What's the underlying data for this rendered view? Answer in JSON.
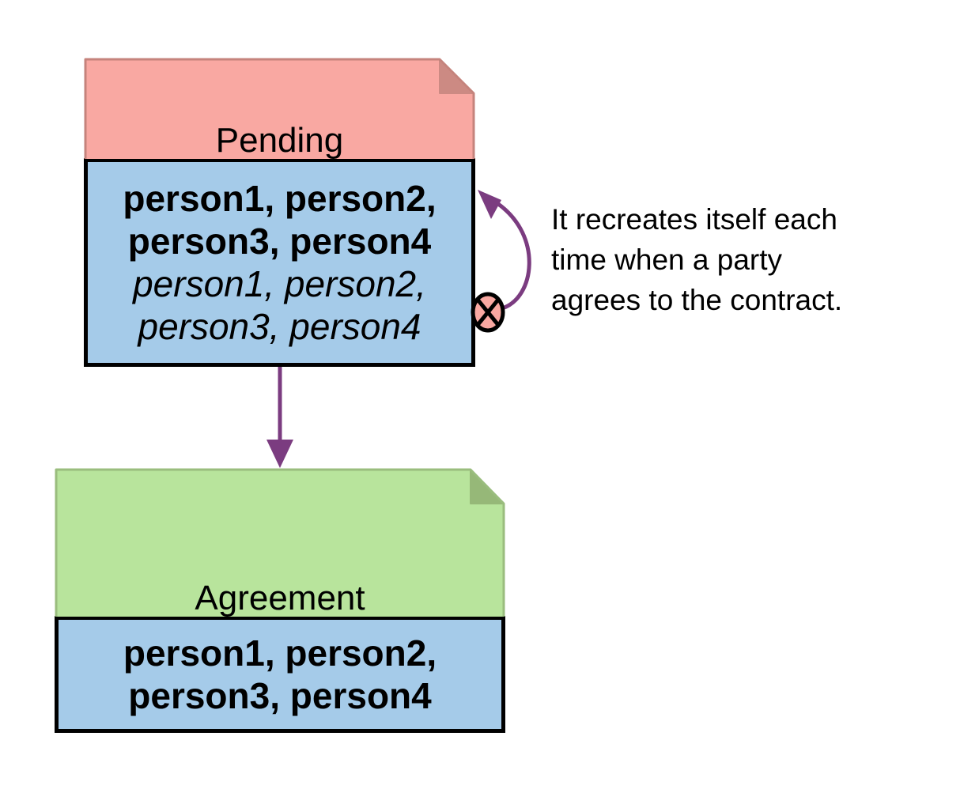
{
  "pending": {
    "title": "Pending",
    "signatories": [
      "person1, person2,",
      "person3, person4"
    ],
    "pending_parties": [
      "person1, person2,",
      "person3, person4"
    ]
  },
  "agreement": {
    "title": "Agreement",
    "signatories": [
      "person1, person2,",
      "person3, person4"
    ]
  },
  "annotation": {
    "lines": [
      "It recreates itself each",
      "time when a party",
      "agrees to the contract."
    ]
  },
  "icons": {
    "archive": "circled-x-archive-icon",
    "recreate_arrow": "curved-self-loop-arrow",
    "transition_arrow": "downward-transition-arrow"
  },
  "colors": {
    "pending_header_fill": "#F9A8A2",
    "pending_header_border": "#C5837C",
    "pending_fold_fill": "#CC8A83",
    "contract_body_fill": "#A5CBE9",
    "contract_body_border": "#000000",
    "agreement_header_fill": "#B8E49C",
    "agreement_header_border": "#9ABD7E",
    "agreement_fold_fill": "#96B878",
    "arrow": "#7B3C80",
    "archive_icon_fill": "#F9A8A2",
    "archive_icon_border": "#000000",
    "text": "#000000",
    "background": "#FFFFFF"
  }
}
